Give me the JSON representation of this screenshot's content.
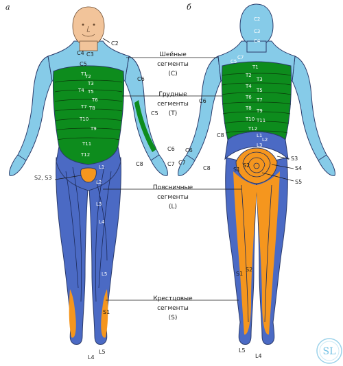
{
  "panels": {
    "front": "а",
    "back": "б"
  },
  "groups": {
    "cervical": {
      "line1": "Шейные",
      "line2": "сегменты",
      "line3": "(C)"
    },
    "thoracic": {
      "line1": "Грудные",
      "line2": "сегменты",
      "line3": "(T)"
    },
    "lumbar": {
      "line1": "Поясничные",
      "line2": "сегменты",
      "line3": "(L)"
    },
    "sacral": {
      "line1": "Крестцовые",
      "line2": "сегменты",
      "line3": "(S)"
    }
  },
  "front_labels": {
    "c2": "C2",
    "c3": "C3",
    "c4": "C4",
    "c5_chest": "C5",
    "c6": "C6",
    "c5_arm": "C5",
    "c6_hand": "C6",
    "c8": "C8",
    "c7": "C7",
    "t1": "T1",
    "t2": "T2",
    "t3": "T3",
    "t4": "T4",
    "t5": "T5",
    "t6": "T6",
    "t7": "T7",
    "t8": "T8",
    "t9": "T9",
    "t10": "T10",
    "t11": "T11",
    "t12": "T12",
    "l1": "L1",
    "l2": "L2",
    "l3": "L3",
    "l4": "L4",
    "l5": "L5",
    "l4_foot": "L4",
    "s1": "S1",
    "s2s3": "S2, S3"
  },
  "back_labels": {
    "c2": "C2",
    "c3": "C3",
    "c4": "C4",
    "c5": "C5",
    "c6": "C6",
    "c7": "C7",
    "c8": "C8",
    "c6_hand": "C6",
    "c7_hand": "C7",
    "c8_hand": "C8",
    "t1": "T1",
    "t2": "T2",
    "t3": "T3",
    "t4": "T4",
    "t5": "T5",
    "t6": "T6",
    "t7": "T7",
    "t8": "T8",
    "t9": "T9",
    "t10": "T10",
    "t11": "T11",
    "t12": "T12",
    "l1": "L1",
    "l2": "L2",
    "l3": "L3",
    "s1": "S1",
    "s2": "S2",
    "s3": "S3",
    "s4": "S4",
    "s5": "S5",
    "s1_leg": "S1",
    "s2_leg": "S2",
    "l5_foot": "L5",
    "l4_foot": "L4"
  },
  "logo": {
    "text": "SL"
  },
  "colors": {
    "cervical": "#86cbe8",
    "thoracic": "#0d8c1d",
    "lumbar": "#4b6ac4",
    "sacral": "#f5961e",
    "skin": "#f2c49a"
  }
}
